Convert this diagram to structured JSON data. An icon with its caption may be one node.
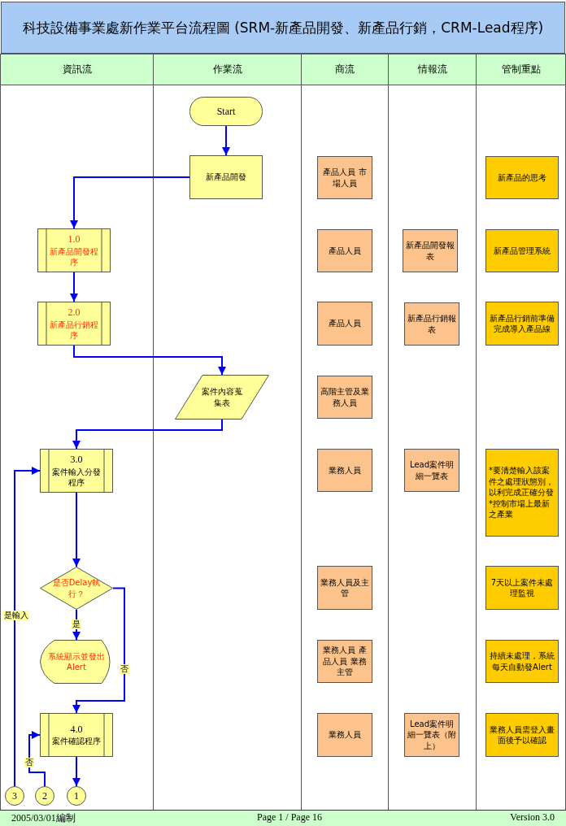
{
  "diagram": {
    "title": "科技設備事業處新作業平台流程圖 (SRM-新產品開發、新產品行銷，CRM-Lead程序)",
    "nodes": [
      {
        "text": [
          "Start"
        ]
      },
      {
        "text": [
          "新產品開發"
        ]
      },
      {
        "text": [
          "1.0",
          "新產品開發程序"
        ]
      },
      {
        "text": [
          "2.0",
          "新產品行銷程序"
        ]
      },
      {
        "text": [
          "案件內容蒐集表"
        ]
      },
      {
        "text": [
          "3.0",
          "案件輸入分發程序"
        ]
      },
      {
        "text": [
          "是否Delay執行？"
        ]
      },
      {
        "text": [
          "系統顯示並發出Alert"
        ]
      },
      {
        "text": [
          "4.0",
          "案件確認程序"
        ]
      },
      {
        "text": [
          "3"
        ]
      },
      {
        "text": [
          "2"
        ]
      },
      {
        "text": [
          "1"
        ]
      },
      {
        "text": [
          "產品人員 市場人員"
        ]
      },
      {
        "text": [
          "產品人員"
        ]
      },
      {
        "text": [
          "產品人員"
        ]
      },
      {
        "text": [
          "高階主管及業務人員"
        ]
      },
      {
        "text": [
          "業務人員"
        ]
      },
      {
        "text": [
          "業務人員及主管"
        ]
      },
      {
        "text": [
          "業務人員 產品人員 業務主管"
        ]
      },
      {
        "text": [
          "業務人員"
        ]
      },
      {
        "text": [
          "新產品開發報表"
        ]
      },
      {
        "text": [
          "新產品行銷報表"
        ]
      },
      {
        "text": [
          "Lead案件明細一覽表"
        ]
      },
      {
        "text": [
          "Lead案件明細一覽表（附上）"
        ]
      },
      {
        "text": [
          "新產品的思考"
        ]
      },
      {
        "text": [
          "新產品管理系統"
        ]
      },
      {
        "text": [
          "新產品行銷前準備完成導入產品線"
        ]
      },
      {
        "text": [
          "*要清楚輸入該案件之處理狀態別，以利完成正確分發 *控制市場上最新之產業"
        ]
      },
      {
        "text": [
          "7天以上案件未處理監視"
        ]
      },
      {
        "text": [
          "持續未處理，系統每天自動發Alert"
        ]
      },
      {
        "text": [
          "業務人員需登入畫面後予以確認"
        ]
      }
    ],
    "edges": [
      {
        "from": 0,
        "to": 1,
        "arrow": "to"
      },
      {
        "from": 1,
        "to": 2,
        "arrow": "to"
      },
      {
        "from": 2,
        "to": 3,
        "arrow": "to"
      },
      {
        "from": 3,
        "to": 4,
        "arrow": "to"
      },
      {
        "from": 4,
        "to": 5,
        "arrow": "to"
      },
      {
        "from": 5,
        "to": 6,
        "arrow": "to"
      },
      {
        "from": 6,
        "to": 7,
        "arrow": "to",
        "label": "是"
      },
      {
        "from": 6,
        "to": 8,
        "arrow": "to",
        "label": "否"
      },
      {
        "from": 8,
        "to": 11,
        "arrow": "to"
      },
      {
        "from": 10,
        "to": 8,
        "arrow": "to",
        "label": "否"
      },
      {
        "from": 9,
        "to": 5,
        "arrow": "to",
        "label": "是輸入"
      }
    ],
    "labels": [
      "資訊流",
      "作業流",
      "商流",
      "情報流",
      "管制重點",
      "2005/03/01編制",
      "Page 1 / Page 16",
      "Version 3.0"
    ]
  }
}
